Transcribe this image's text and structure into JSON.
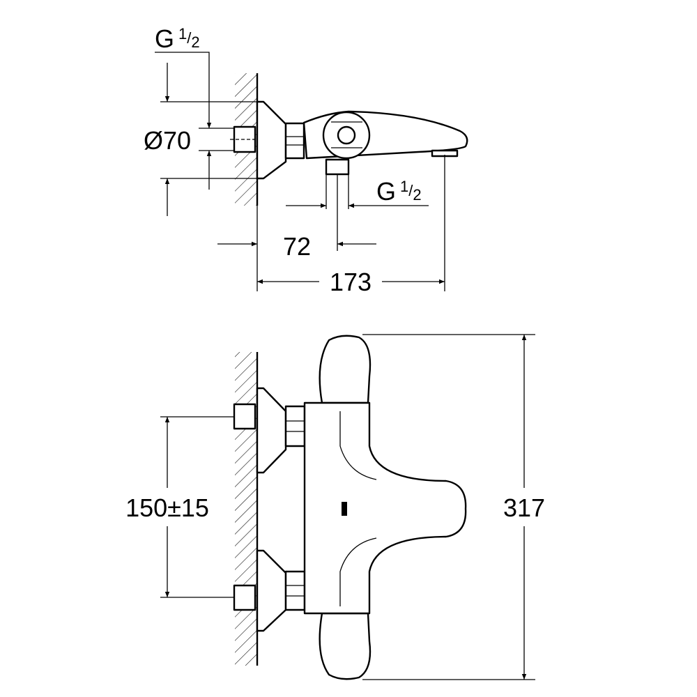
{
  "side_view": {
    "inlet_thread": {
      "base": "G",
      "num": "1",
      "den": "2"
    },
    "diameter": "Ø70",
    "outlet_thread": {
      "base": "G",
      "num": "1",
      "den": "2"
    },
    "outlet_offset": "72",
    "projection": "173"
  },
  "front_view": {
    "inlet_spacing": "150±15",
    "height": "317"
  }
}
